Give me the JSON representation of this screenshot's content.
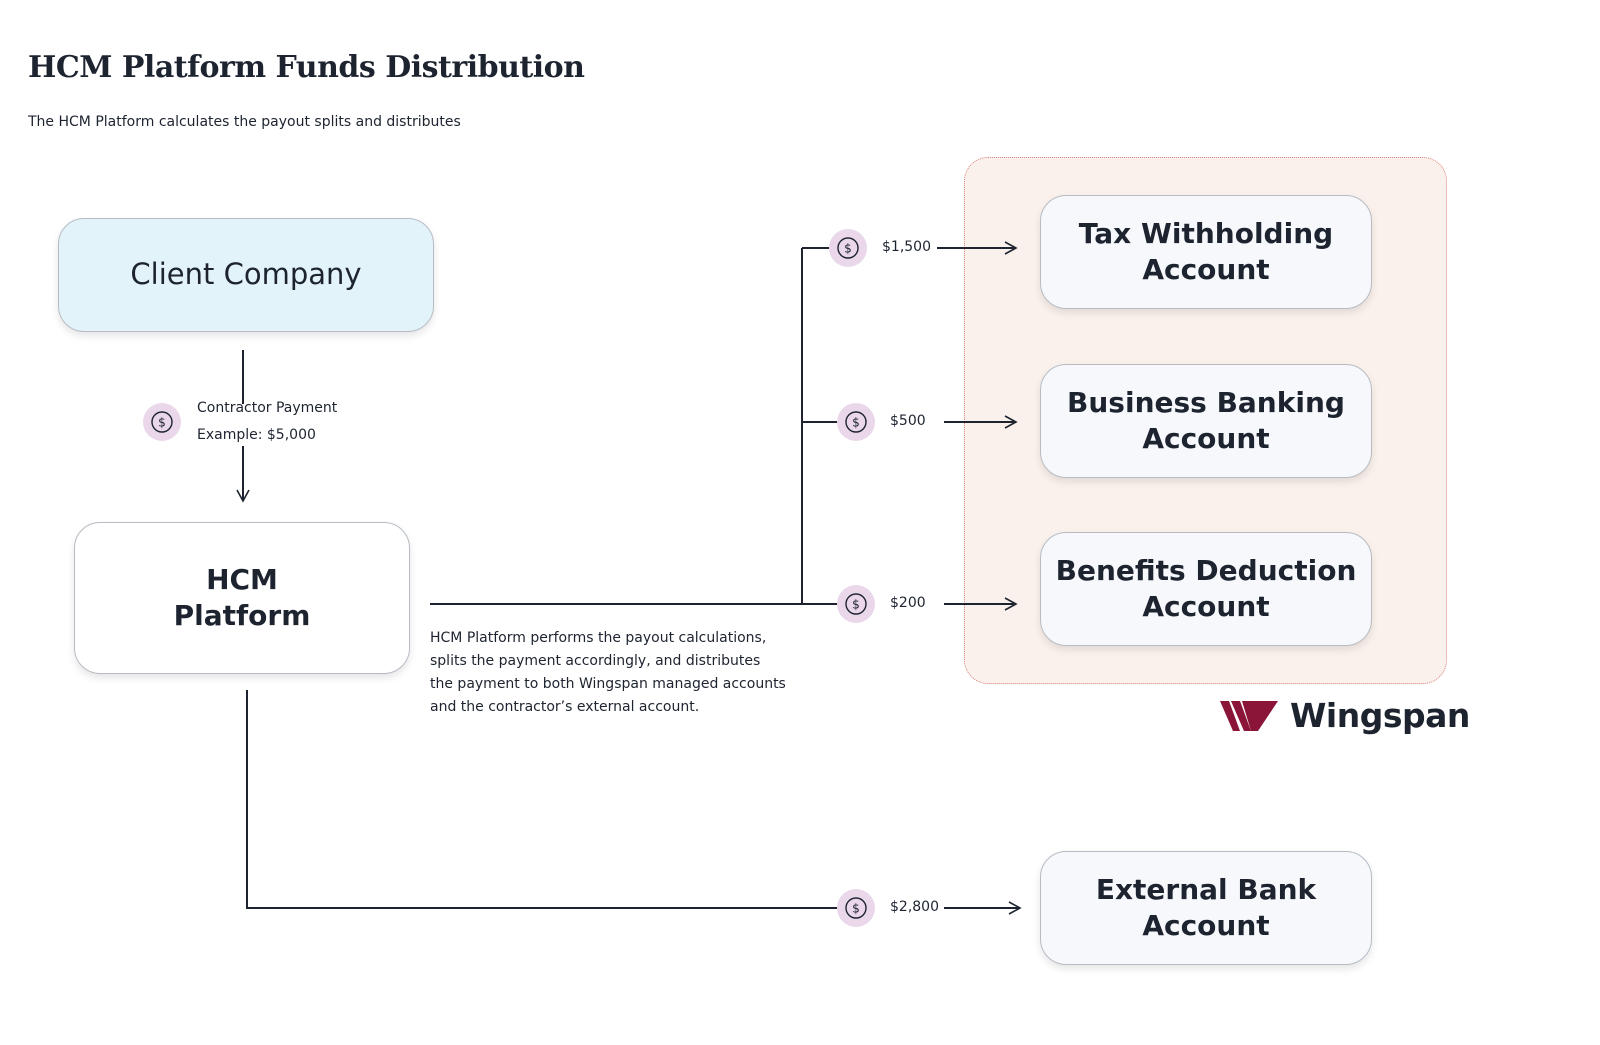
{
  "title": "HCM Platform Funds Distribution",
  "subtitle": "The HCM Platform calculates the payout splits and distributes",
  "nodes": {
    "client_company": [
      "Client Company"
    ],
    "hcm_platform": [
      "HCM",
      "Platform"
    ],
    "tax_account": [
      "Tax Withholding",
      "Account"
    ],
    "business_account": [
      "Business Banking",
      "Account"
    ],
    "benefits_account": [
      "Benefits Deduction",
      "Account"
    ],
    "external_account": [
      "External Bank",
      "Account"
    ]
  },
  "contractor_payment": {
    "label": "Contractor Payment",
    "example": "Example: $5,000"
  },
  "description": [
    "HCM Platform performs the payout calculations,",
    "splits the payment accordingly, and distributes",
    "the payment to both Wingspan managed accounts",
    "and the contractor’s external account."
  ],
  "payouts": {
    "tax": "$1,500",
    "business": "$500",
    "benefits": "$200",
    "external": "$2,800"
  },
  "brand": {
    "name": "Wingspan",
    "logo_color": "#8a1538",
    "region_fill": "#fbf1ec",
    "region_border": "#d9847f"
  },
  "colors": {
    "client_box": "#e3f3fa",
    "coin": "#ead7ea",
    "text": "#1d2430"
  },
  "icons": {
    "coin": "dollar-coin-icon",
    "logo": "wingspan-logo-icon"
  }
}
